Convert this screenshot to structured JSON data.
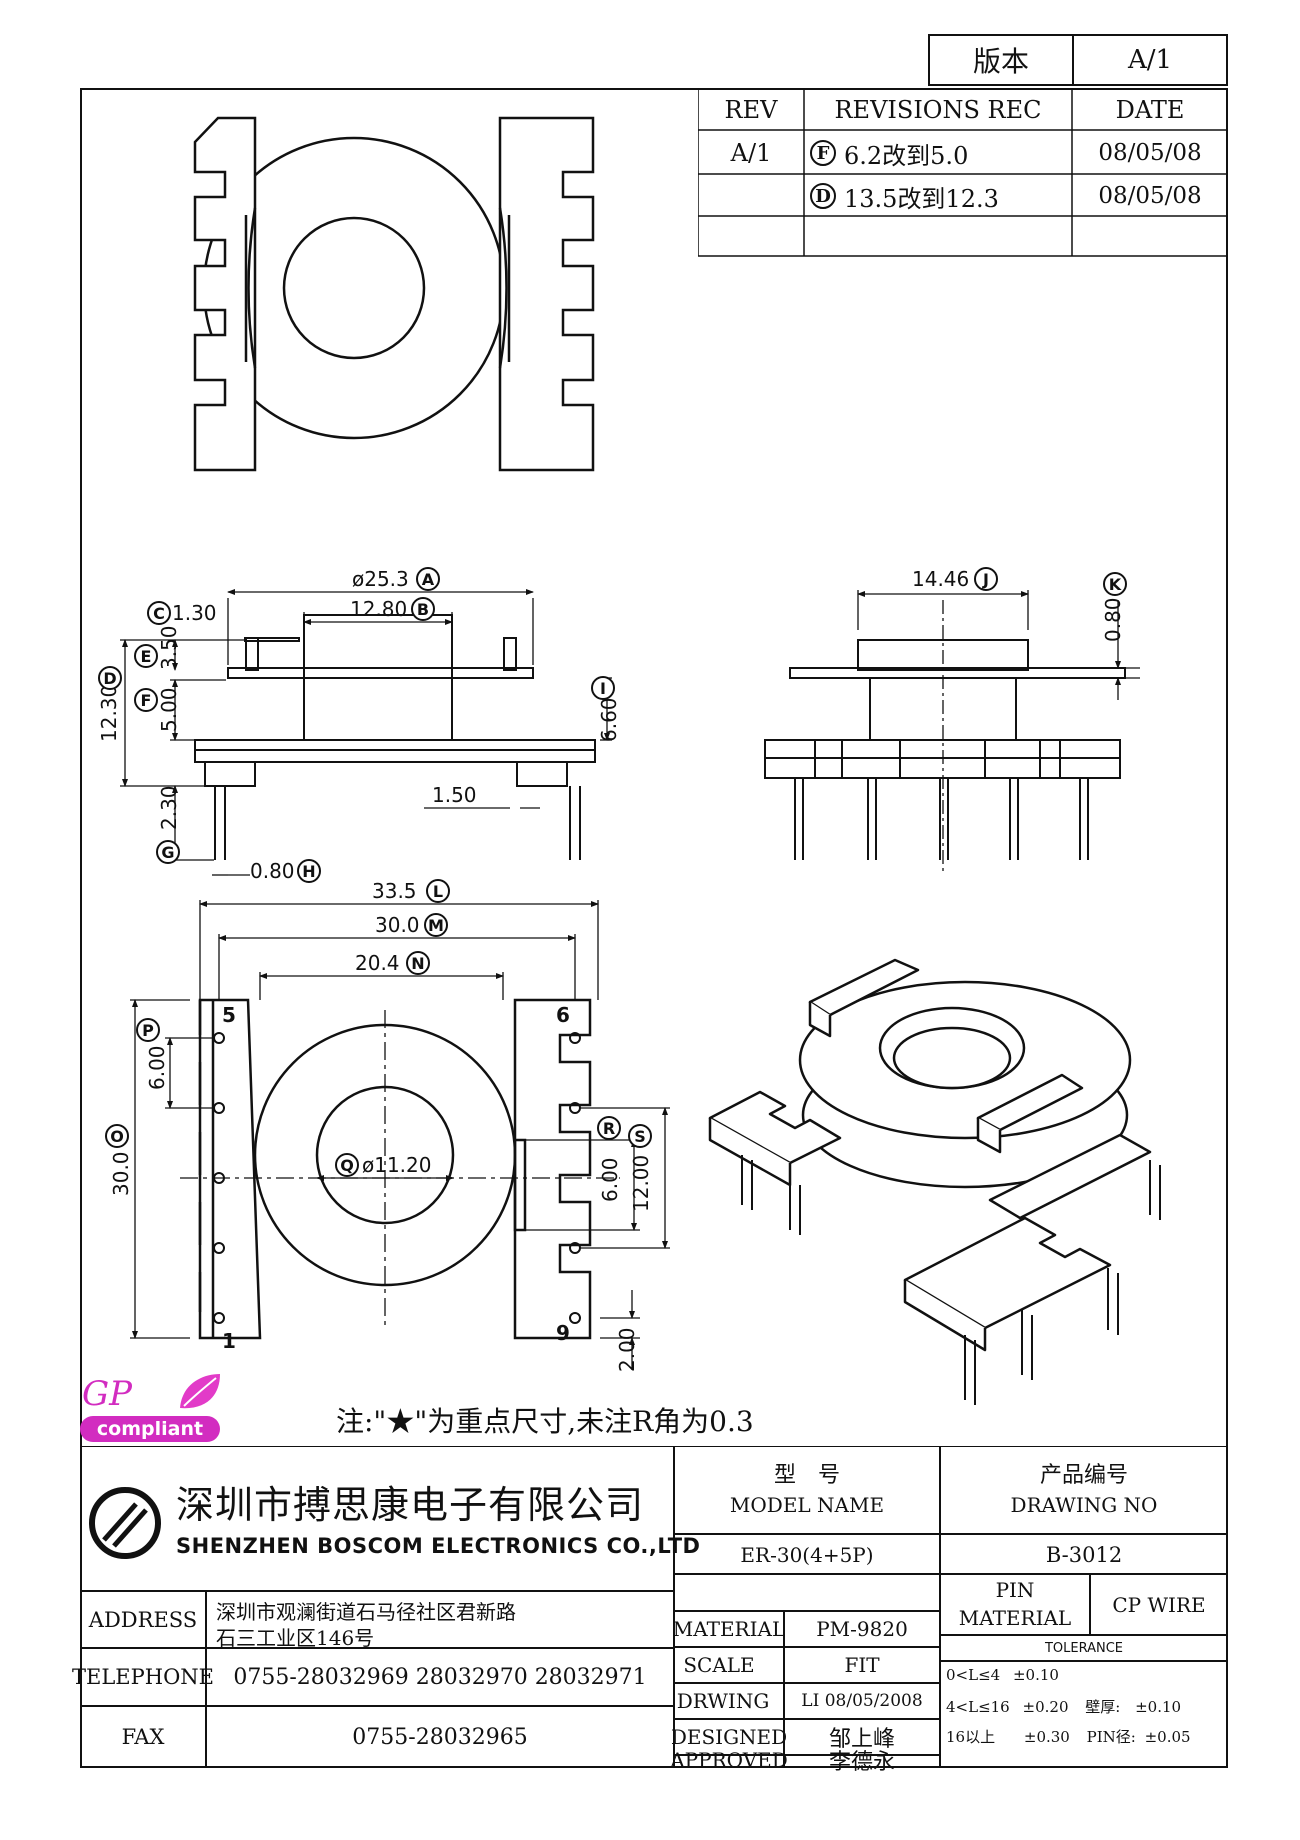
{
  "version_box": {
    "label": "版本",
    "value": "A/1"
  },
  "revisions": {
    "headers": {
      "rev": "REV",
      "rec": "REVISIONS REC",
      "date": "DATE"
    },
    "rows": [
      {
        "rev": "A/1",
        "mark": "F",
        "text": "6.2改到5.0",
        "date": "08/05/08"
      },
      {
        "rev": "",
        "mark": "D",
        "text": "13.5改到12.3",
        "date": "08/05/08"
      }
    ]
  },
  "dims": {
    "A": "ø25.3",
    "B": "12.80",
    "C": "1.30",
    "E": "3.50",
    "D": "12.30",
    "F": "5.00",
    "I": "6.60",
    "G": "2.30",
    "H": "0.80",
    "pitch_side": "1.50",
    "J": "14.46",
    "K": "0.80",
    "L": "33.5",
    "M": "30.0",
    "N": "20.4",
    "P": "6.00",
    "O": "30.0",
    "Q": "ø11.20",
    "R": "6.00",
    "S": "12.00",
    "bottom": "2.00"
  },
  "dim_marks": {
    "A": "A",
    "B": "B",
    "C": "C",
    "D": "D",
    "E": "E",
    "F": "F",
    "G": "G",
    "H": "H",
    "I": "I",
    "J": "J",
    "K": "K",
    "L": "L",
    "M": "M",
    "N": "N",
    "O": "O",
    "P": "P",
    "Q": "Q",
    "R": "R",
    "S": "S"
  },
  "pin_numbers": {
    "p5": "5",
    "p6": "6",
    "p1": "1",
    "p9": "9"
  },
  "logo": {
    "line1": "GP",
    "line2": "compliant"
  },
  "note": "注:\"★\"为重点尺寸,未注R角为0.3",
  "company": {
    "cn": "深圳市搏思康电子有限公司",
    "en": "SHENZHEN BOSCOM ELECTRONICS CO.,LTD"
  },
  "title_block": {
    "model_cn": "型　号",
    "model_en": "MODEL NAME",
    "model_value": "ER-30(4+5P)",
    "drawing_cn": "产品编号",
    "drawing_en": "DRAWING NO",
    "drawing_value": "B-3012",
    "address_label": "ADDRESS",
    "address_line1": "深圳市观澜街道石马径社区君新路",
    "address_line2": "石三工业区146号",
    "telephone_label": "TELEPHONE",
    "telephone_value": "0755-28032969 28032970 28032971",
    "fax_label": "FAX",
    "fax_value": "0755-28032965",
    "material_label": "MATERIAL",
    "material_value": "PM-9820",
    "scale_label": "SCALE",
    "scale_value": "FIT",
    "drawing_label": "DRWING",
    "drawing_person": "LI 08/05/2008",
    "designed_label": "DESIGNED",
    "designed_value": "邹上峰",
    "approved_label": "APPROVED",
    "approved_value": "李德永",
    "pin_material_label_1": "PIN",
    "pin_material_label_2": "MATERIAL",
    "pin_material_value": "CP WIRE",
    "tolerance_label": "TOLERANCE",
    "tol_1_range": "0<L≤4",
    "tol_1_value": "±0.10",
    "tol_2_range": "4<L≤16",
    "tol_2_value": "±0.20",
    "tol_wall_label": "壁厚:",
    "tol_wall_value": "±0.10",
    "tol_3_range": "16以上",
    "tol_3_value": "±0.30",
    "tol_pin_label": "PIN径:",
    "tol_pin_value": "±0.05"
  }
}
